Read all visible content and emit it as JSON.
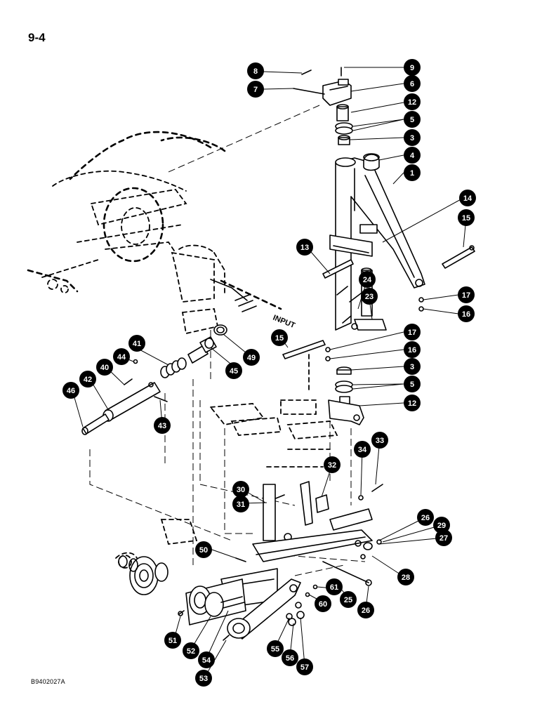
{
  "page_number": "9-4",
  "document_code": "B9402027A",
  "input_label": "INPUT",
  "callouts": [
    "8",
    "9",
    "7",
    "6",
    "12",
    "5",
    "3",
    "4",
    "1",
    "14",
    "15",
    "13",
    "24",
    "23",
    "17",
    "16",
    "15",
    "17",
    "16",
    "3",
    "5",
    "12",
    "41",
    "44",
    "40",
    "42",
    "46",
    "43",
    "45",
    "49",
    "32",
    "34",
    "33",
    "30",
    "31",
    "26",
    "29",
    "27",
    "50",
    "28",
    "61",
    "60",
    "25",
    "26",
    "51",
    "52",
    "54",
    "53",
    "55",
    "56",
    "57"
  ]
}
